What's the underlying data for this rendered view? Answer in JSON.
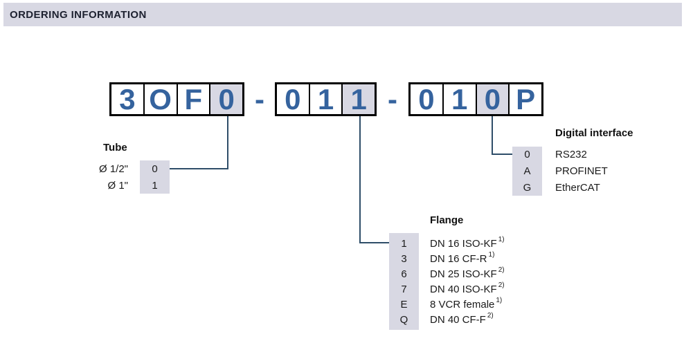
{
  "header": {
    "title": "ORDERING INFORMATION"
  },
  "colors": {
    "accent_blue": "#35639E",
    "highlight_lavender": "#D8D8E3",
    "leader_line": "#2E4D68",
    "box_border": "#000000",
    "text": "#1A1A1A"
  },
  "part_number": {
    "separator": "-",
    "groups": [
      {
        "cells": [
          {
            "char": "3"
          },
          {
            "char": "O"
          },
          {
            "char": "F"
          },
          {
            "char": "0",
            "highlighted": true
          }
        ]
      },
      {
        "cells": [
          {
            "char": "0"
          },
          {
            "char": "1"
          },
          {
            "char": "1",
            "highlighted": true
          }
        ]
      },
      {
        "cells": [
          {
            "char": "0"
          },
          {
            "char": "1"
          },
          {
            "char": "0",
            "highlighted": true
          },
          {
            "char": "P"
          }
        ]
      }
    ]
  },
  "sections": {
    "tube": {
      "title": "Tube",
      "rows": [
        {
          "label": "Ø 1/2\"",
          "code": "0"
        },
        {
          "label": "Ø 1\"",
          "code": "1"
        }
      ]
    },
    "flange": {
      "title": "Flange",
      "rows": [
        {
          "code": "1",
          "label": "DN 16 ISO-KF",
          "sup": "1)"
        },
        {
          "code": "3",
          "label": "DN 16 CF-R",
          "sup": "1)"
        },
        {
          "code": "6",
          "label": "DN 25 ISO-KF",
          "sup": "2)"
        },
        {
          "code": "7",
          "label": "DN 40 ISO-KF",
          "sup": "2)"
        },
        {
          "code": "E",
          "label": "8 VCR female",
          "sup": "1)"
        },
        {
          "code": "Q",
          "label": "DN 40 CF-F",
          "sup": "2)"
        }
      ]
    },
    "digital_interface": {
      "title": "Digital interface",
      "rows": [
        {
          "code": "0",
          "label": "RS232"
        },
        {
          "code": "A",
          "label": "PROFINET"
        },
        {
          "code": "G",
          "label": "EtherCAT"
        }
      ]
    }
  }
}
